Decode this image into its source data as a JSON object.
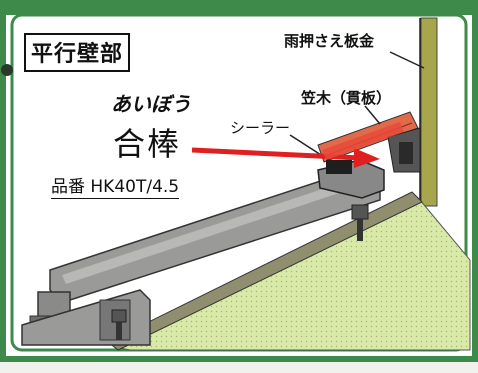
{
  "title": "平行壁部",
  "labels": {
    "rain_flashing": "雨押さえ板金",
    "kasagi": "笠木（貫板）",
    "sealer": "シーラー",
    "aibou_kana": "あいぼう",
    "aibou": "合棒",
    "part_number": "品番 HK40T/4.5"
  },
  "colors": {
    "frame_green": "#3d8a4a",
    "roof_green": "#d9e9a8",
    "wall_olive": "#a8a64c",
    "cap_gray": "#9a9a98",
    "arrow_red": "#e02020",
    "kasagi_brick": "#e06a4a"
  }
}
